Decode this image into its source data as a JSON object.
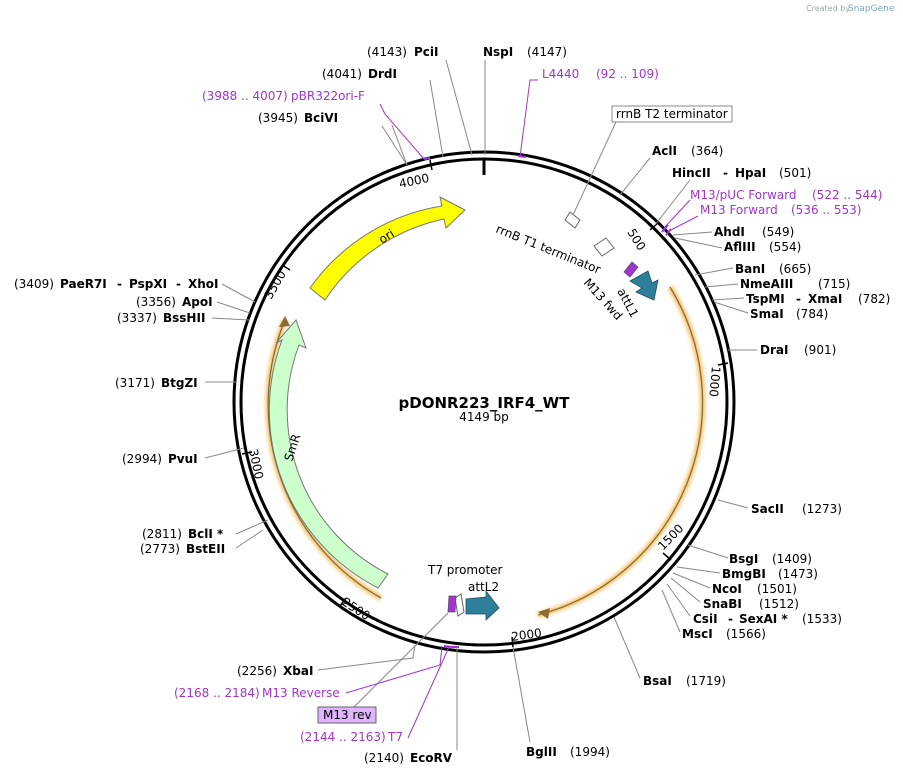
{
  "credit": {
    "prefix": "Created by",
    "brand": "SnapGene"
  },
  "plasmid": {
    "name": "pDONR223_IRF4_WT",
    "size": "4149 bp"
  },
  "ticks": [
    "500",
    "1000",
    "1500",
    "2000",
    "2500",
    "3000",
    "3500",
    "4000"
  ],
  "features": {
    "ori": "ori",
    "smr": "SmR",
    "rrnb_t1": "rrnB T1 terminator",
    "rrnb_t2": "rrnB T2 terminator",
    "m13_fwd": "M13 fwd",
    "attl1": "attL1",
    "t7_promoter": "T7 promoter",
    "attl2": "attL2",
    "m13_rev": "M13 rev"
  },
  "enzymes": {
    "pcii": {
      "pos": "(4143)",
      "name": "PciI"
    },
    "nspi": {
      "name": "NspI",
      "pos": "(4147)"
    },
    "drdi": {
      "pos": "(4041)",
      "name": "DrdI"
    },
    "bcivi": {
      "pos": "(3945)",
      "name": "BciVI"
    },
    "acli": {
      "name": "AclI",
      "pos": "(364)"
    },
    "hincii_hpai": {
      "name1": "HincII",
      "sep": "-",
      "name2": "HpaI",
      "pos": "(501)"
    },
    "ahdi": {
      "name": "AhdI",
      "pos": "(549)"
    },
    "aflIII": {
      "name": "AflIII",
      "pos": "(554)"
    },
    "bani": {
      "name": "BanI",
      "pos": "(665)"
    },
    "nmeaiii": {
      "name": "NmeAIII",
      "pos": "(715)"
    },
    "tspmi_xmai": {
      "name1": "TspMI",
      "sep": "-",
      "name2": "XmaI",
      "pos": "(782)"
    },
    "smai": {
      "name": "SmaI",
      "pos": "(784)"
    },
    "drai": {
      "name": "DraI",
      "pos": "(901)"
    },
    "sacii": {
      "name": "SacII",
      "pos": "(1273)"
    },
    "bsgi": {
      "name": "BsgI",
      "pos": "(1409)"
    },
    "bmgbi": {
      "name": "BmgBI",
      "pos": "(1473)"
    },
    "ncoi": {
      "name": "NcoI",
      "pos": "(1501)"
    },
    "snabi": {
      "name": "SnaBI",
      "pos": "(1512)"
    },
    "csii_sexai": {
      "name1": "CsiI",
      "sep": "-",
      "name2": "SexAI *",
      "pos": "(1533)"
    },
    "msci": {
      "name": "MscI",
      "pos": "(1566)"
    },
    "bsai": {
      "name": "BsaI",
      "pos": "(1719)"
    },
    "bglii": {
      "name": "BglII",
      "pos": "(1994)"
    },
    "ecorv": {
      "pos": "(2140)",
      "name": "EcoRV"
    },
    "xbai": {
      "pos": "(2256)",
      "name": "XbaI"
    },
    "bcli": {
      "pos": "(2811)",
      "name": "BclI *"
    },
    "bsteii": {
      "pos": "(2773)",
      "name": "BstEII"
    },
    "pvui": {
      "pos": "(2994)",
      "name": "PvuI"
    },
    "btgzi": {
      "pos": "(3171)",
      "name": "BtgZI"
    },
    "paer7i": {
      "pos": "(3409)",
      "name1": "PaeR7I",
      "sep1": "-",
      "name2": "PspXI",
      "sep2": "-",
      "name3": "XhoI"
    },
    "apoi": {
      "pos": "(3356)",
      "name": "ApoI"
    },
    "bsshii": {
      "pos": "(3337)",
      "name": "BssHII"
    }
  },
  "primers": {
    "l4440": {
      "name": "L4440",
      "range": "(92 .. 109)"
    },
    "pbr322ori_f": {
      "range": "(3988 .. 4007)",
      "name": "pBR322ori-F"
    },
    "m13_puc_fwd": {
      "name": "M13/pUC Forward",
      "range": "(522 .. 544)"
    },
    "m13_forward": {
      "name": "M13 Forward",
      "range": "(536 .. 553)"
    },
    "m13_reverse": {
      "range": "(2168 .. 2184)",
      "name": "M13 Reverse"
    },
    "t7": {
      "range": "(2144 .. 2163)",
      "name": "T7"
    }
  },
  "colors": {
    "ori": "#ffff00",
    "smr": "#ccffcc",
    "att": "#2e7f9a",
    "primer": "#a133d6",
    "orf_glow": "#f5c97a"
  }
}
